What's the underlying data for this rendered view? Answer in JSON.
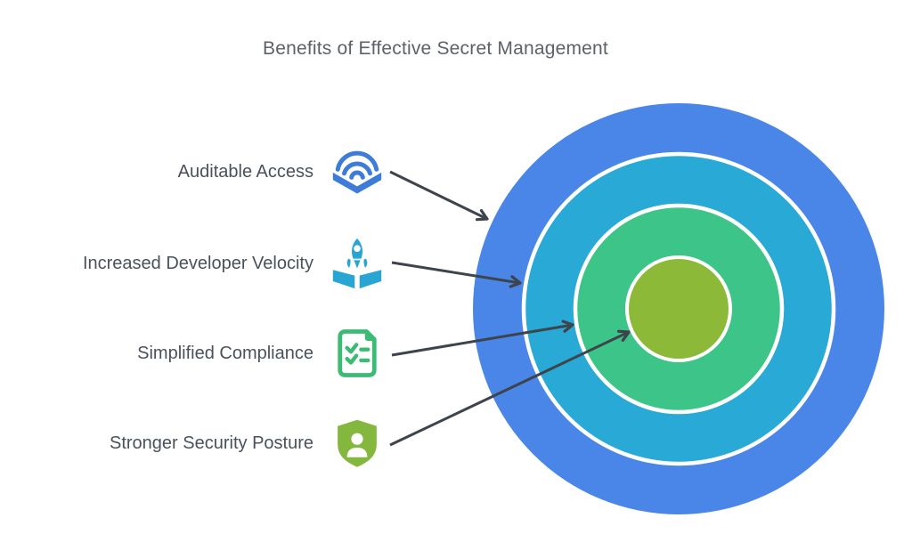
{
  "title": "Benefits of Effective Secret Management",
  "items": [
    {
      "label": "Auditable Access",
      "icon": "audit-waves-icon",
      "icon_color": "#3d7cd7"
    },
    {
      "label": "Increased Developer Velocity",
      "icon": "rocket-launch-box-icon",
      "icon_color": "#28a5d2"
    },
    {
      "label": "Simplified Compliance",
      "icon": "checklist-document-icon",
      "icon_color": "#3cbb74"
    },
    {
      "label": "Stronger Security Posture",
      "icon": "shield-person-icon",
      "icon_color": "#84b73e"
    }
  ],
  "rings": [
    {
      "name": "outer",
      "color": "#4a85e8"
    },
    {
      "name": "second",
      "color": "#28a9d6"
    },
    {
      "name": "third",
      "color": "#3dc489"
    },
    {
      "name": "center",
      "color": "#8cba38"
    }
  ],
  "ring_gap_color": "#ffffff",
  "arrow_color": "#3e444c",
  "title_color": "#5d6268",
  "label_color": "#49525b"
}
